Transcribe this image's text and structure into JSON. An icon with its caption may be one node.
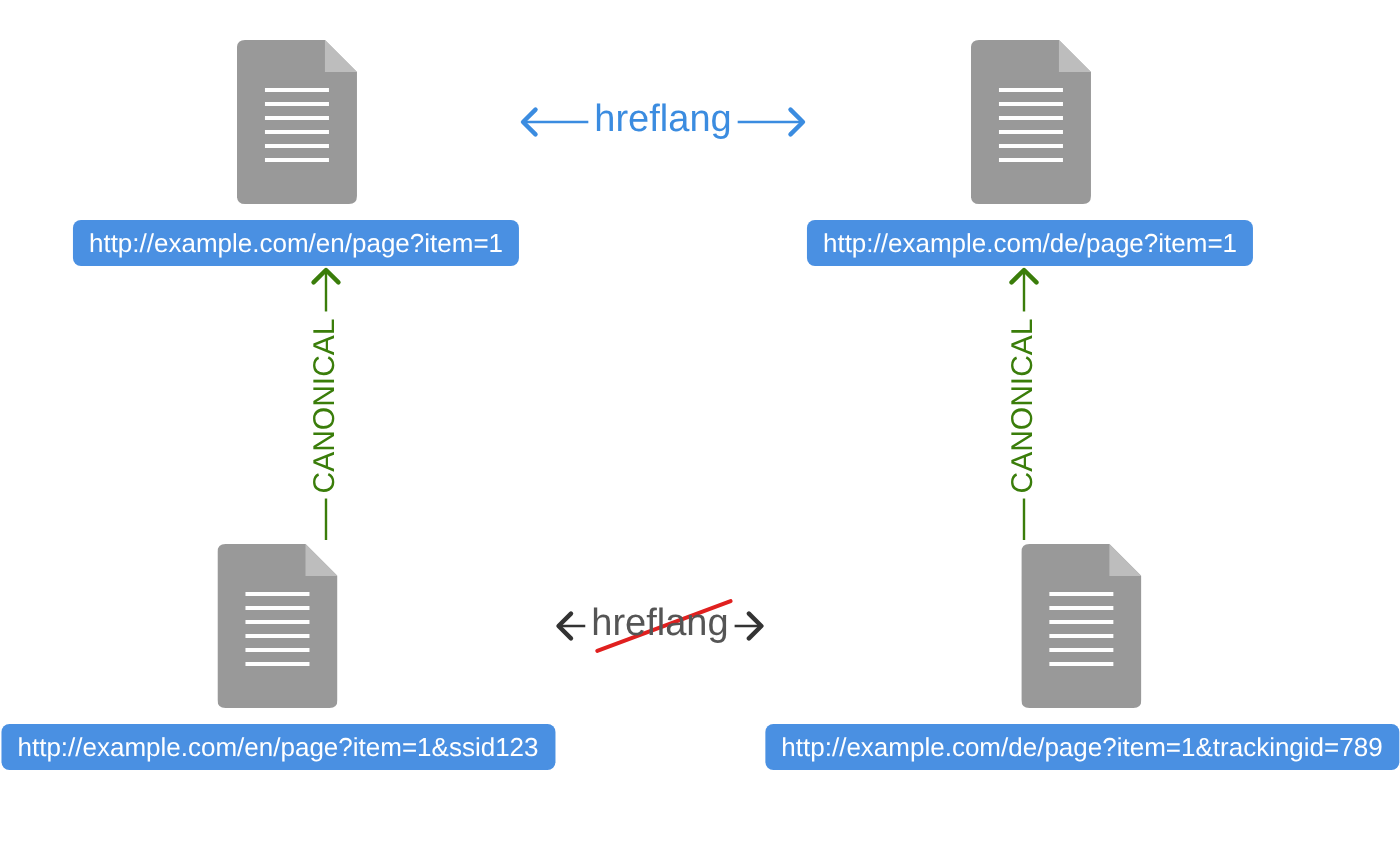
{
  "diagram": {
    "nodes": [
      {
        "text": [
          "http://example.com/en/page?item=1"
        ]
      },
      {
        "text": [
          "http://example.com/de/page?item=1"
        ]
      },
      {
        "text": [
          "http://example.com/en/page?item=1&ssid123"
        ]
      },
      {
        "text": [
          "http://example.com/de/page?item=1&trackingid=789"
        ]
      }
    ],
    "edges": [
      {
        "from": 0,
        "to": 1,
        "arrow": "both",
        "label": "hreflang",
        "color": "#3b8ce0"
      },
      {
        "from": 2,
        "to": 0,
        "arrow": "to",
        "label": "CANONICAL"
      },
      {
        "from": 3,
        "to": 1,
        "arrow": "to",
        "label": "CANONICAL"
      },
      {
        "from": 2,
        "to": 3,
        "arrow": "both",
        "label": "hreflang",
        "color": "#333333"
      }
    ]
  }
}
